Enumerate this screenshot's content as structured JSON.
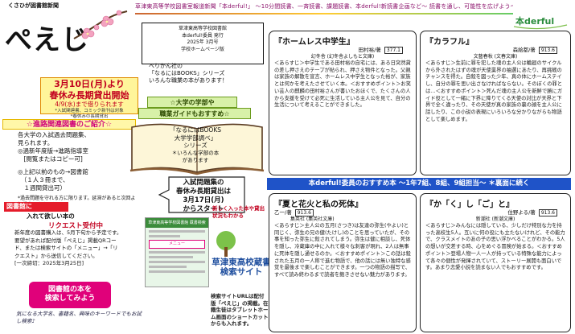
{
  "header": {
    "school_label": "くさひが図書館新聞",
    "masthead": "ぺえじ",
    "banner": "草津東高等学校図書室報道新聞「本derful!」 〜10分間読書、一斉読書、課題読書、本derful!新読書企画など〜 読書を通し、可能性を広げよう〜",
    "logo_text": "本derful"
  },
  "infobox": {
    "lines": [
      "草津東高等学校図書館",
      "本derful!委員 発行",
      "2025年 3月号",
      "学校ホームページ版"
    ]
  },
  "event": {
    "title1": "3月10日(月)より",
    "title2": "春休み長期貸出開始",
    "subtitle": "4/9(水)まで借りられます",
    "note1": "*入試関連書、コミック新刊は対象",
    "note2": "*春休みの長期貸出"
  },
  "left_section": {
    "heading": "☆進路関連図書のご紹介☆",
    "lines": [
      "各大学の入試過去問題集、",
      "見られます。",
      "◎過新年度版→進路指導室",
      "　[閲覧またはコピー可]",
      "",
      "◎上記以前のもの→図書館",
      "　（１人３冊まで、",
      "　１週間貸出可）"
    ],
    "warning": "*過去問題を守れる方に限ります。延滞があると次回より貸出できません。"
  },
  "request": {
    "box_label": "図書館に",
    "sub_label": "入れて欲しい本の",
    "title": "リクエスト受付中",
    "body": "新年度の図書購入は、5月下旬から予定です。 要望があれば配付版「ぺえじ」掲載QRコード、または検索サイトの「メニュー」→「リクエスト」から送信してください。",
    "deadline": "[一次締切：2025年3月25日]",
    "button_line1": "図書館の本を",
    "button_line2": "検索してみよう",
    "footer": "気になる大学名、書籍名、興味のキーワードでもお試し検索♪"
  },
  "middle": {
    "blurb_line1": "ぺりかん社の",
    "blurb_line2": "「なるにはBOOKS」シリーズ",
    "blurb_line3": "いろんな職業の本があります！",
    "guide1": "☆大学の学部や",
    "guide2": "職業ガイドもおすすめ☆",
    "book_line1": "「なるにはBOOKS",
    "book_line2": "大学学部調べ」",
    "book_line3": "シリーズ",
    "book_line4": "＊いろんな学部の本",
    "book_line5": "があります",
    "arrow_line1": "入試問題集の",
    "arrow_line2": "春休み長期貸出は",
    "arrow_line3": "3月17日(月)",
    "arrow_line4": "からスタート",
    "qr_header": "草津東高等学校図書館 蔵書検索",
    "qr_button": "メニュー",
    "new_note": "新しく入った本や貸出状況もわかる",
    "site_title": "草津東高校蔵書検索サイト",
    "site_note": "検索サイトURLは配付版「ぺえじ」の掲載。在籍生徒はタブレットホーム画面のショートカットからも入れます。"
  },
  "strip": "本derful!委員のおすすめ本 〜1年7組、8組、9組担当〜 ＊裏面に続く",
  "cards": [
    {
      "title": "『ホームレス中学生』",
      "author": "田村裕/著",
      "code": "377.1",
      "publisher": "幻冬舎 (幻冬舎よしもと文庫)",
      "body": "＜あらすじ＞中学生である田村裕の自宅には、ある日突然貸の差し押さえのテープが貼られ、押さえ物件となった。父親は家族の解散を宣言、ホームレス中学生となった裕が、家族とは何かを考えたさせていく本。＜おすすめポイント＞お笑い芸人の麒麟の田村裕さんが書いたおほくで、たくさんの人から支援を受けて必死に生活している主人公を見て、自分の生活について考えることができました。"
    },
    {
      "title": "『カラフル』",
      "author": "森絵都/著",
      "code": "913.6",
      "publisher": "文藝春秋 (文春文庫)",
      "body": "＜あらすじ＞生前に罪を犯した魂の主人公は輪廻のサイクルから外されたはずの魂が天使業界の抽選にあたり、再挑戦のチャンスを得た。自殺を図った少年、真の体にホームステイし、自分の罪を思い出さなければならない。そのぼくの罪とは…＜おすすめポイント＞死んだ魂の主人公を新鮮で勝にガイド役として一緒に下界に降りてくる天使の対比が天界と下界で全く違ったり、その天使が真の家族の裏の顔を主人公に話したり、この小説の表現にいろいろな分かりながらも物語として楽しめます。"
    },
    {
      "title": "『夏と花火と私の死体』",
      "author": "乙一/著",
      "code": "913.6",
      "publisher": "集英社 (集英社文庫)",
      "body": "＜あらすじ＞主人公の五月(さつき)は友達の弥生(やよい)と同じく、弥生の兄の健(たけし)のことを思っていたが、その事を知った弥生に殺されてしまう。弥生は健に相談し、死体を隠し、冷蔵庫の中に入れて様々な刺客が現れ、2人は無事に死体を隠し通せるのか。＜おすすめポイント＞この話は殺された五月の一人称で進む物語で、他の話には無い独特な感覚を最後まで楽しむことができます。一つの物語の描写で、すべて読み終わるまで読者を飽きさせない魅力があります。"
    },
    {
      "title": "『か「く」し「ご」と』",
      "author": "住野よる/著",
      "code": "913.6",
      "publisher": "新潮社 (新潮文庫)",
      "body": "＜あらすじ＞みんなには隠している、少しだけ特別な力を持った高校生5人。互いに何の役にも立たないけれど、その能力で、クラスメイトのあの子の思い浮かべることがわかる。5人の想いが交差する時、心をめぐる冒険が始まる。＜おすすめポイント＞登場人物一人一人が持っている特殊な能力によって各々の個性が発揮されていて、ストーリー展開も面白いです。あまり恋愛小説を読まない人でもおすすめです。"
    }
  ]
}
